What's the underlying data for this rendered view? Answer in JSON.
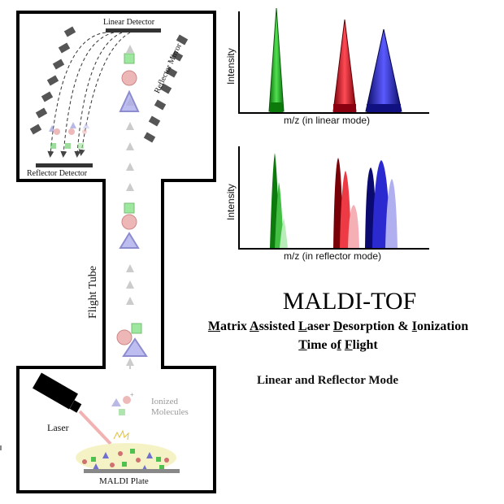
{
  "title": "MALDI-TOF",
  "acronym_lines": [
    [
      {
        "letter": "M",
        "rest": "atrix "
      },
      {
        "letter": "A",
        "rest": "ssisted "
      },
      {
        "letter": "L",
        "rest": "aser "
      },
      {
        "letter": "D",
        "rest": "esorption & "
      },
      {
        "letter": "I",
        "rest": "onization"
      }
    ],
    [
      {
        "letter": "T",
        "rest": "ime "
      },
      {
        "letter": "",
        "rest": "o"
      },
      {
        "letter": "f",
        "rest": " "
      },
      {
        "letter": "F",
        "rest": "light"
      }
    ]
  ],
  "mode_caption": "Linear and Reflector Mode",
  "labels": {
    "linear_detector": "Linear Detector",
    "reflector_mirror": "Reflector Mirror",
    "reflector_detector": "Reflector Detector",
    "flight_tube": "Flight Tube",
    "laser": "Laser",
    "maldi_plate": "MALDI Plate",
    "ionized_molecules_line1": "Ionized",
    "ionized_molecules_line2": "Molecules"
  },
  "spectra": {
    "linear": {
      "ylabel": "Intensity",
      "xlabel": "m/z (in linear mode)"
    },
    "reflector": {
      "ylabel": "Intensity",
      "xlabel": "m/z (in reflector mode)"
    }
  },
  "colors": {
    "green": "#1fa01f",
    "red": "#c0141e",
    "blue": "#1a1a9a",
    "wall": "#000000",
    "mirror": "#555555"
  }
}
